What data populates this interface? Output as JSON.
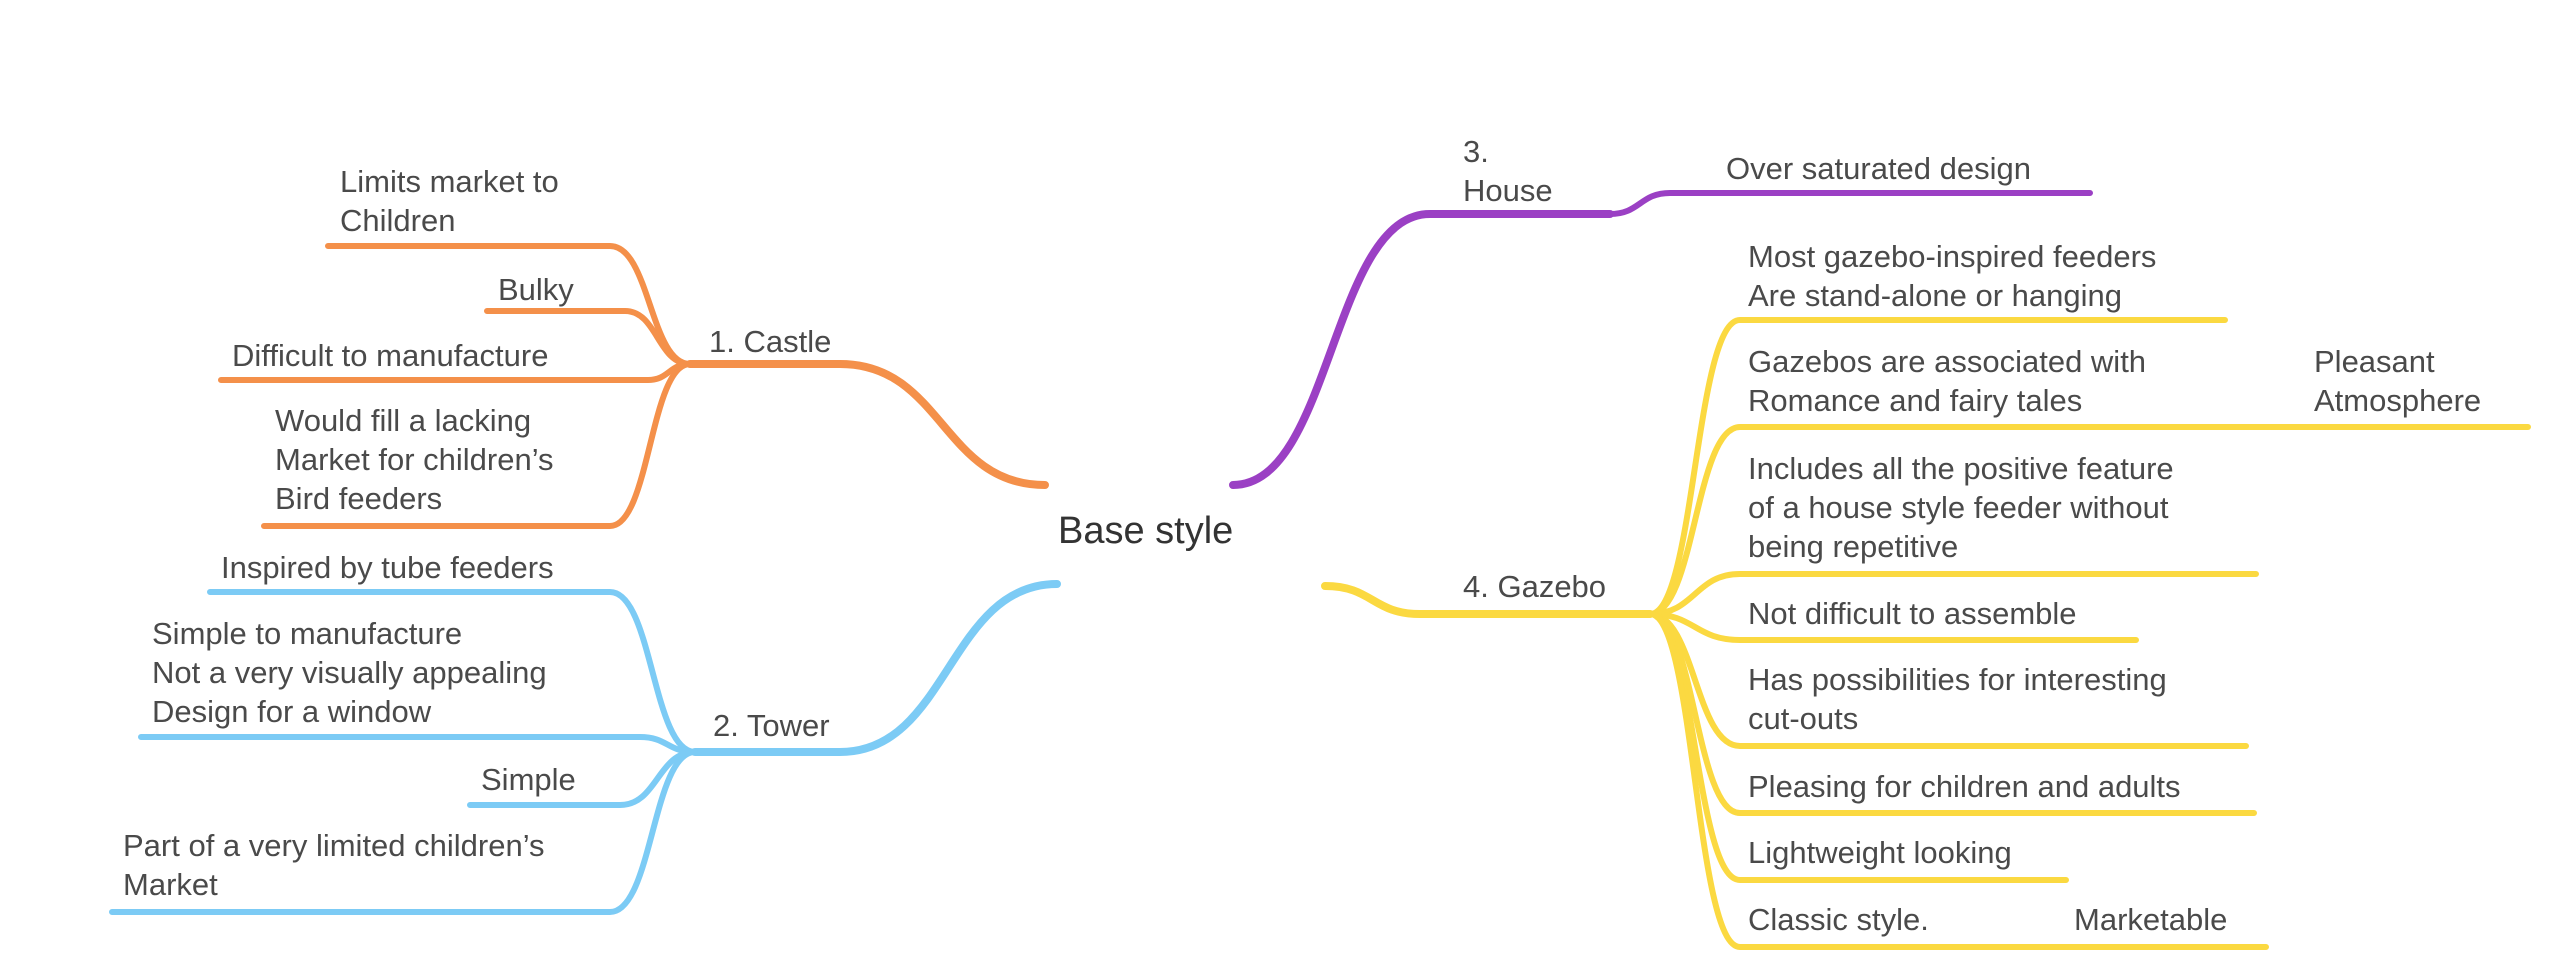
{
  "root": {
    "label": "Base style"
  },
  "branches": [
    {
      "id": "castle",
      "label": "1. Castle",
      "color": "#f4904a",
      "children": [
        {
          "label": "Limits market to\nChildren"
        },
        {
          "label": "Bulky"
        },
        {
          "label": "Difficult to manufacture"
        },
        {
          "label": "Would fill a lacking\nMarket for children’s\nBird feeders"
        }
      ]
    },
    {
      "id": "tower",
      "label": "2. Tower",
      "color": "#7ccbf5",
      "children": [
        {
          "label": "Inspired by tube feeders"
        },
        {
          "label": "Simple to manufacture\nNot a very visually appealing\nDesign for a window"
        },
        {
          "label": "Simple"
        },
        {
          "label": "Part of a very limited children’s\nMarket"
        }
      ]
    },
    {
      "id": "house",
      "label": "3.\nHouse",
      "color": "#9b40c4",
      "children": [
        {
          "label": "Over saturated design"
        }
      ]
    },
    {
      "id": "gazebo",
      "label": "4. Gazebo",
      "color": "#fbd941",
      "children": [
        {
          "label": "Most gazebo-inspired feeders\nAre stand-alone or hanging"
        },
        {
          "label": "Gazebos are associated with\nRomance and fairy tales",
          "children": [
            {
              "label": "Pleasant\nAtmosphere"
            }
          ]
        },
        {
          "label": "Includes all the positive feature\nof a house style feeder without\nbeing repetitive"
        },
        {
          "label": "Not difficult to assemble"
        },
        {
          "label": "Has possibilities for interesting\ncut-outs"
        },
        {
          "label": "Pleasing for children and adults"
        },
        {
          "label": "Lightweight looking"
        },
        {
          "label": "Classic style.",
          "children": [
            {
              "label": "Marketable"
            }
          ]
        }
      ]
    }
  ]
}
